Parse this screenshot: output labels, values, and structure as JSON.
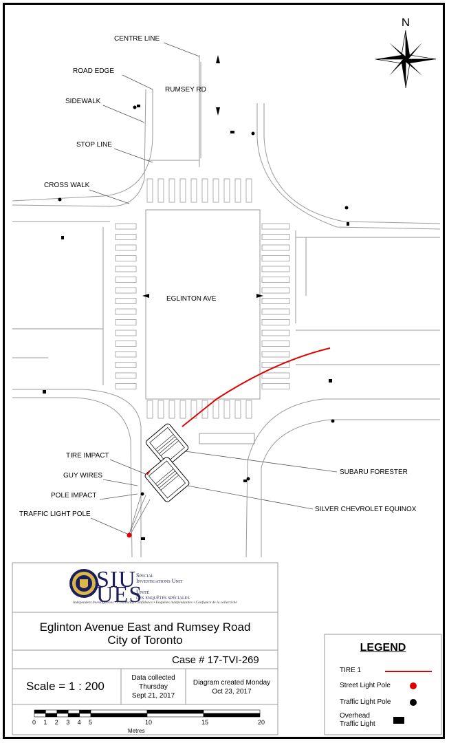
{
  "streets": {
    "north": "RUMSEY RD",
    "main": "EGLINTON AVE"
  },
  "compass": {
    "north": "N"
  },
  "labels": {
    "centre_line": "CENTRE LINE",
    "road_edge": "ROAD EDGE",
    "sidewalk": "SIDEWALK",
    "stop_line": "STOP LINE",
    "cross_walk": "CROSS WALK",
    "tire_impact": "TIRE IMPACT",
    "guy_wires": "GUY WIRES",
    "pole_impact": "POLE IMPACT",
    "traffic_light_pole": "TRAFFIC LIGHT POLE",
    "subaru": "SUBARU FORESTER",
    "chevrolet": "SILVER CHEVROLET EQUINOX"
  },
  "logo": {
    "siu": "SIU",
    "ues": "UES",
    "en_line1": "Special",
    "en_line2": "Investigations Unit",
    "fr_line1": "Unité",
    "fr_line2": "des enquêtes spéciales",
    "tagline": "Independent Investigations • Community Confidence • Enquêtes indépendantes • Confiance de la collectivité"
  },
  "title": {
    "line1": "Eglinton Avenue East and Rumsey Road",
    "line2": "City of Toronto"
  },
  "case": "Case # 17-TVI-269",
  "scale": "Scale =  1 : 200",
  "data_collected": {
    "line1": "Data collected",
    "line2": "Thursday",
    "line3": "Sept 21, 2017"
  },
  "diagram_created": {
    "line1": "Diagram created Monday",
    "line2": "Oct 23, 2017"
  },
  "scalebar": {
    "ticks": [
      "0",
      "1",
      "2",
      "3",
      "4",
      "5",
      "10",
      "15",
      "20"
    ],
    "unit": "Metres"
  },
  "legend": {
    "title": "LEGEND",
    "items": [
      {
        "label": "TIRE 1",
        "symbol": "line",
        "color": "#e00000"
      },
      {
        "label": "Street Light Pole",
        "symbol": "dot",
        "color": "#e00000"
      },
      {
        "label": "Traffic Light Pole",
        "symbol": "dot",
        "color": "#000000"
      },
      {
        "label": "Overhead Traffic Light",
        "symbol": "rect",
        "color": "#000000"
      }
    ]
  },
  "colors": {
    "tire_path": "#e00000",
    "street_light": "#e00000",
    "traffic_light": "#000000",
    "road_edge": "#9a9a9a"
  }
}
